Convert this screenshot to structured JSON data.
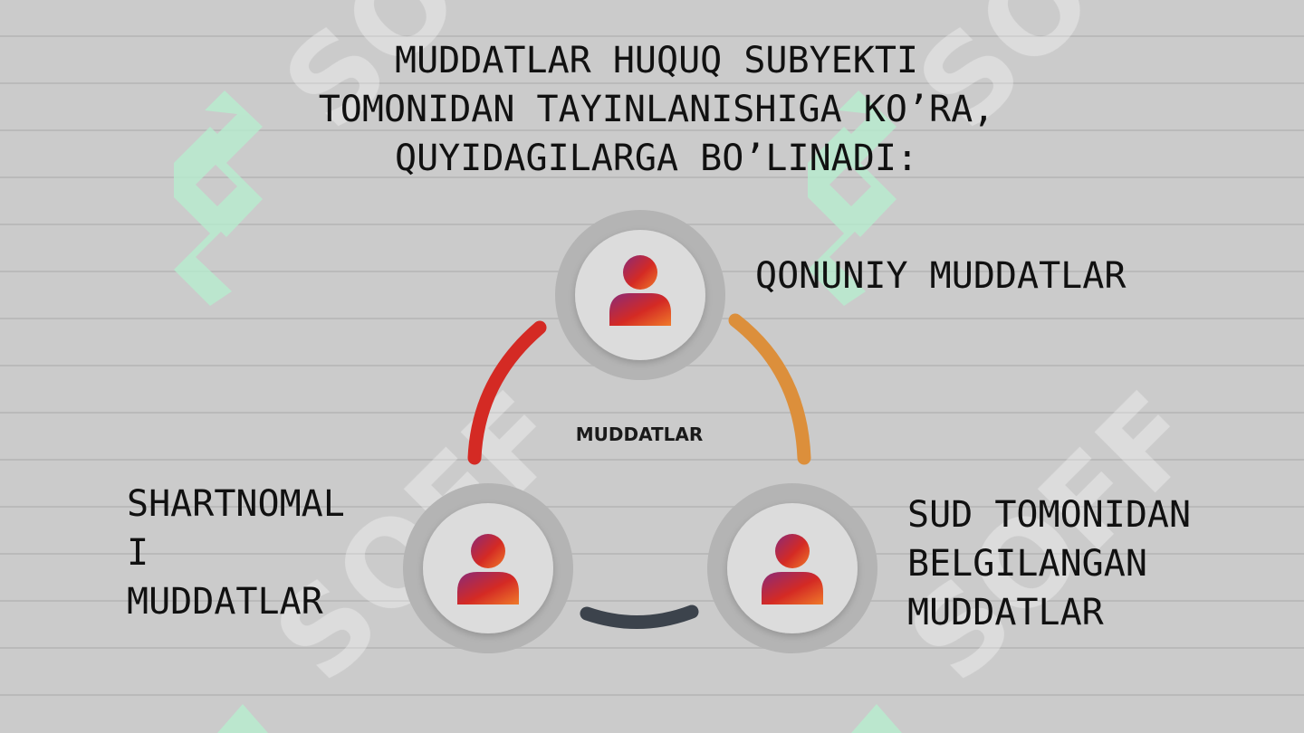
{
  "title_lines": [
    "MUDDATLAR HUQUQ SUBYEKTI",
    "TOMONIDAN TAYINLANISHIGA KO’RA,",
    "QUYIDAGILARGA BO’LINADI:"
  ],
  "center_label": "MUDDATLAR",
  "nodes": [
    {
      "label_lines": [
        "QONUNIY MUDDATLAR"
      ],
      "icon": "person-icon"
    },
    {
      "label_lines": [
        "SHARTNOMAL",
        "I",
        "MUDDATLAR"
      ],
      "icon": "person-icon"
    },
    {
      "label_lines": [
        "SUD TOMONIDAN",
        "BELGILANGAN",
        "MUDDATLAR"
      ],
      "icon": "person-icon"
    }
  ],
  "connectors": [
    {
      "color": "#d42a24"
    },
    {
      "color": "#dc8f3b"
    },
    {
      "color": "#3c434c"
    }
  ],
  "watermark_text": "SOFF"
}
